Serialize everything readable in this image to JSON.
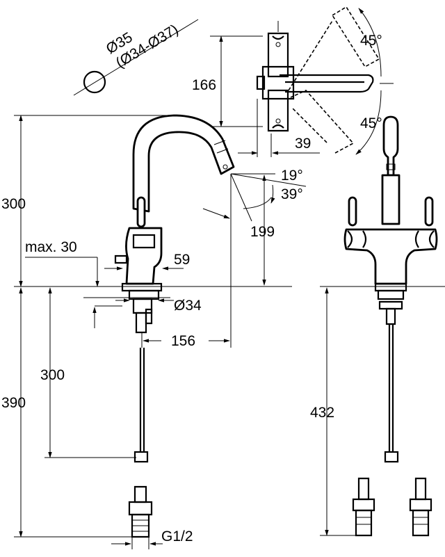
{
  "dimensions": {
    "hole_diameter": "Ø35",
    "hole_range": "(Ø34-Ø37)",
    "reach_top": "166",
    "swivel_angle_left": "45°",
    "swivel_angle_right": "45°",
    "handle_offset": "39",
    "height": "300",
    "spout_angle_1": "19°",
    "spout_angle_2": "39°",
    "outlet_height": "199",
    "deck_thickness": "max. 30",
    "base_width": "59",
    "shank_diameter": "Ø34",
    "projection": "156",
    "below_deck_short": "300",
    "below_deck_total": "390",
    "hose_length": "432",
    "connection_thread": "G1/2"
  }
}
